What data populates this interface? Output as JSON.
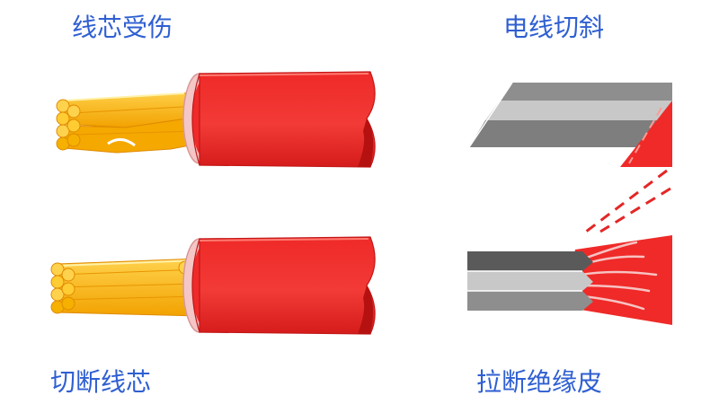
{
  "captions": {
    "top_left": "线芯受伤",
    "top_right": "电线切斜",
    "bottom_left": "切断线芯",
    "bottom_right": "拉断绝缘皮"
  },
  "colors": {
    "caption_text": "#2f5fd2",
    "jacket_red": "#ef2a28",
    "jacket_dark": "#c21616",
    "inner_insulation": "#f4c6c6",
    "strand_light": "#ffd24d",
    "strand_dark": "#f2a200",
    "stripe_dark": "#5a5a5a",
    "stripe_light": "#c8c8c8",
    "stripe_mid": "#8e8e8e",
    "fray_highlight": "#f7c2c2"
  },
  "icons": {
    "top_left": "damaged-core-cable-icon",
    "bottom_left": "cut-core-cable-icon",
    "top_right": "skew-cut-wire-icon",
    "bottom_right": "torn-insulation-icon"
  }
}
